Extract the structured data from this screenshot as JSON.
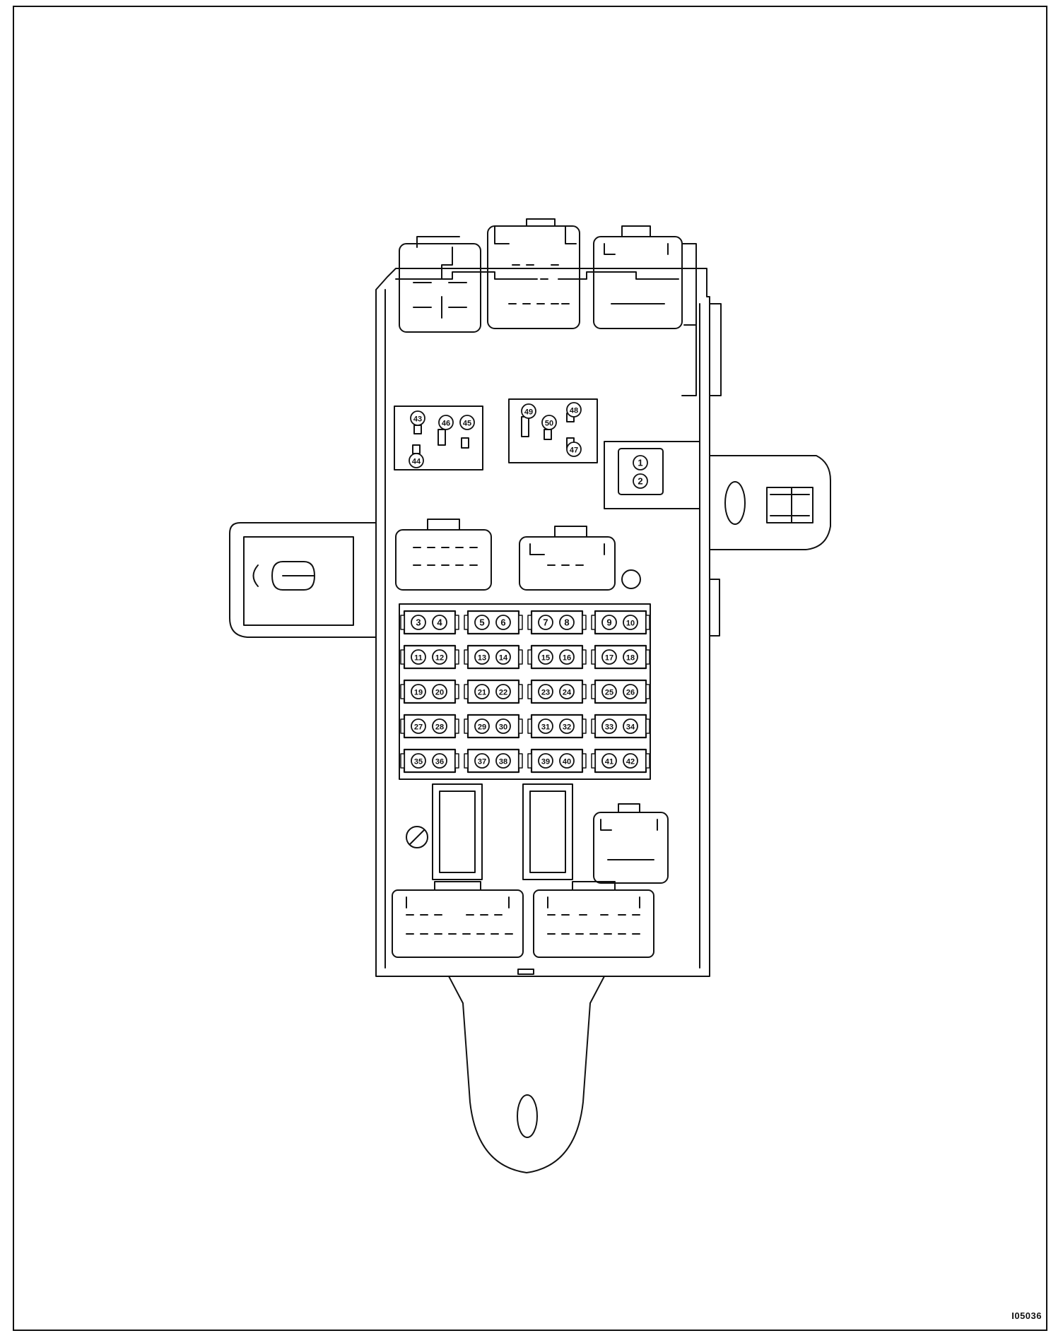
{
  "figure_ref": "I05036",
  "fuse_pairs": [
    [
      "3",
      "4"
    ],
    [
      "5",
      "6"
    ],
    [
      "7",
      "8"
    ],
    [
      "9",
      "10"
    ],
    [
      "11",
      "12"
    ],
    [
      "13",
      "14"
    ],
    [
      "15",
      "16"
    ],
    [
      "17",
      "18"
    ],
    [
      "19",
      "20"
    ],
    [
      "21",
      "22"
    ],
    [
      "23",
      "24"
    ],
    [
      "25",
      "26"
    ],
    [
      "27",
      "28"
    ],
    [
      "29",
      "30"
    ],
    [
      "31",
      "32"
    ],
    [
      "33",
      "34"
    ],
    [
      "35",
      "36"
    ],
    [
      "37",
      "38"
    ],
    [
      "39",
      "40"
    ],
    [
      "41",
      "42"
    ]
  ],
  "relay_group_left": [
    "43",
    "44",
    "45",
    "46"
  ],
  "relay_group_right": [
    "47",
    "48",
    "49",
    "50"
  ],
  "small_connector": [
    "1",
    "2"
  ]
}
